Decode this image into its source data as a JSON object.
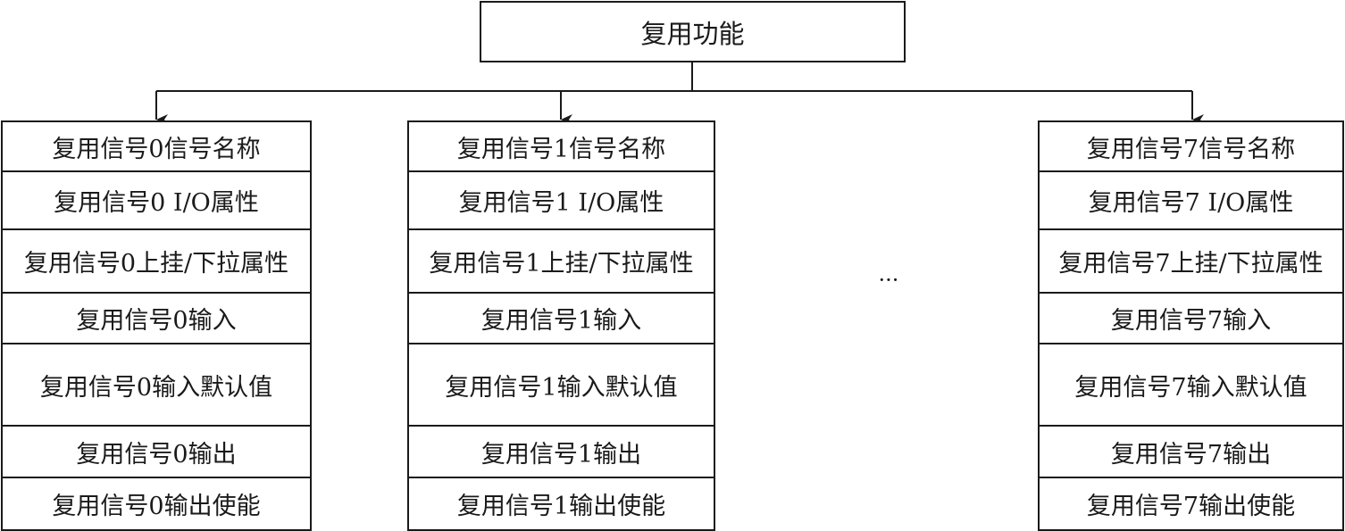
{
  "root": {
    "label": "复用功能"
  },
  "ellipsis": "···",
  "columns": [
    {
      "rows": [
        "复用信号0信号名称",
        "复用信号0 I/O属性",
        "复用信号0上挂/下拉属性",
        "复用信号0输入",
        "复用信号0输入默认值",
        "复用信号0输出",
        "复用信号0输出使能"
      ]
    },
    {
      "rows": [
        "复用信号1信号名称",
        "复用信号1 I/O属性",
        "复用信号1上挂/下拉属性",
        "复用信号1输入",
        "复用信号1输入默认值",
        "复用信号1输出",
        "复用信号1输出使能"
      ]
    },
    {
      "rows": [
        "复用信号7信号名称",
        "复用信号7 I/O属性",
        "复用信号7上挂/下拉属性",
        "复用信号7输入",
        "复用信号7输入默认值",
        "复用信号7输出",
        "复用信号7输出使能"
      ]
    }
  ]
}
